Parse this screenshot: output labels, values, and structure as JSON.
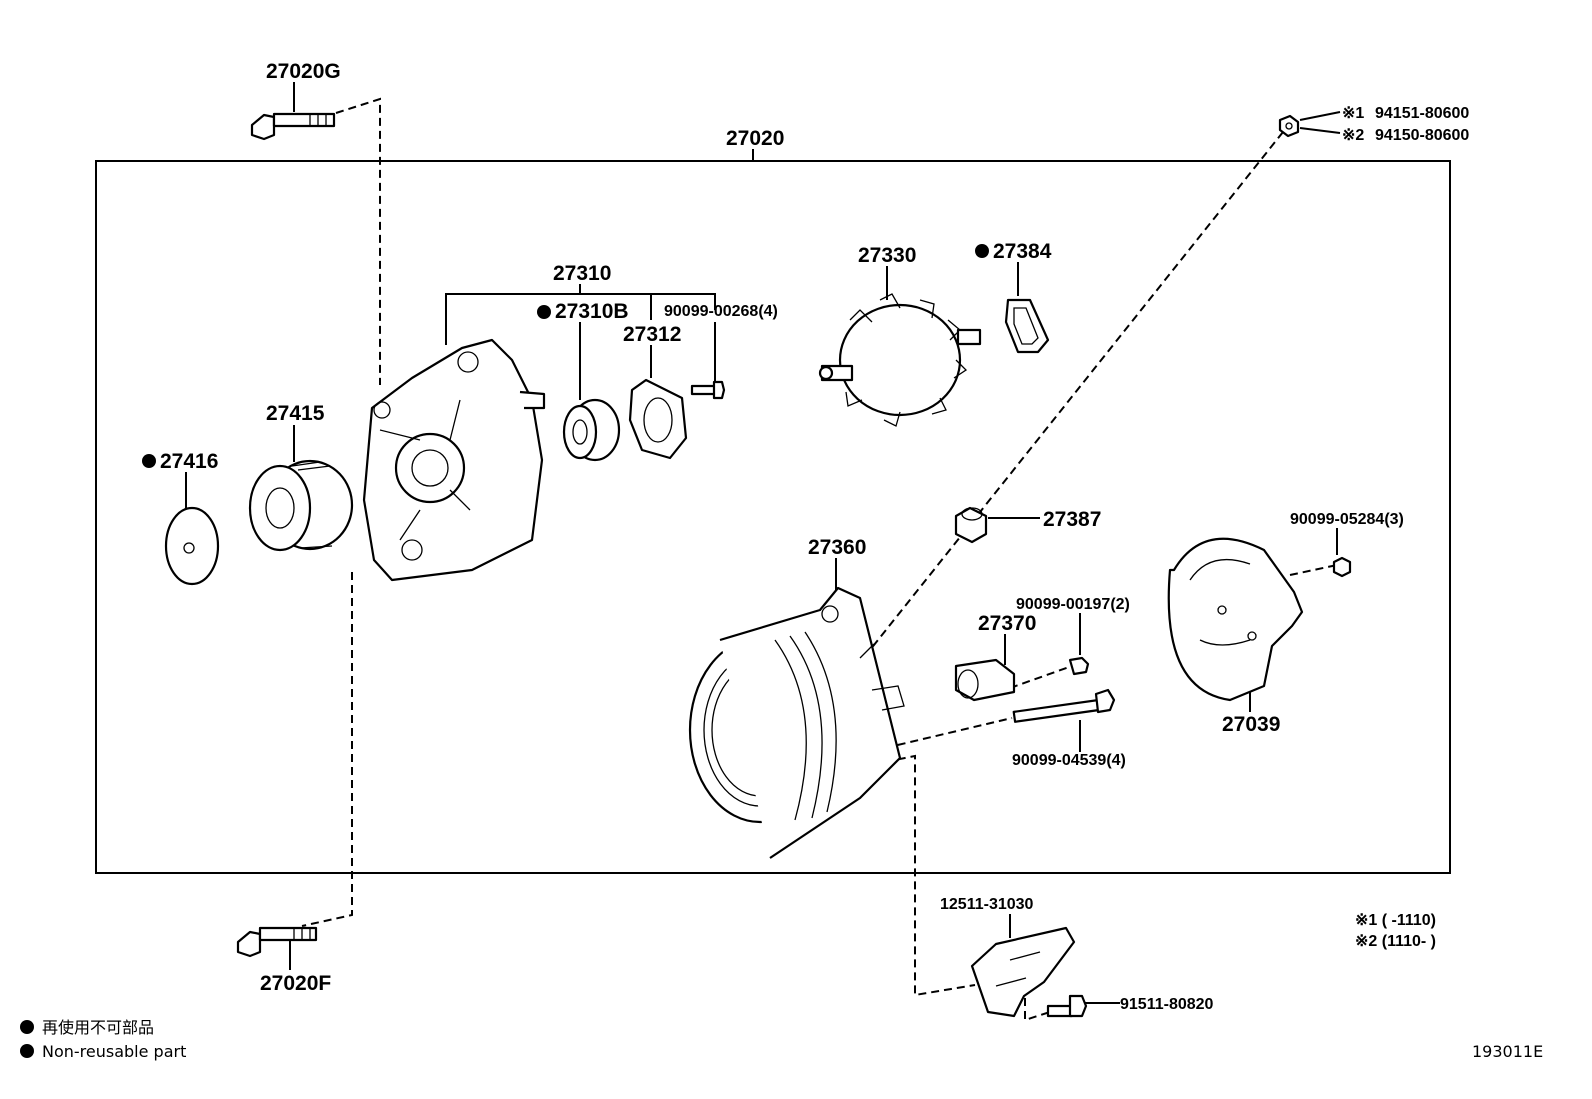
{
  "labels": {
    "p27020G": "27020G",
    "p27020": "27020",
    "p27020F": "27020F",
    "p27310": "27310",
    "p27310B": "27310B",
    "p27312": "27312",
    "p90099_00268": "90099-00268(4)",
    "p27330": "27330",
    "p27384": "27384",
    "p27415": "27415",
    "p27416": "27416",
    "p27387": "27387",
    "p27360": "27360",
    "p90099_05284": "90099-05284(3)",
    "p90099_00197": "90099-00197(2)",
    "p27370": "27370",
    "p27039": "27039",
    "p90099_04539": "90099-04539(4)",
    "p12511_31030": "12511-31030",
    "p91511_80820": "91511-80820",
    "ref1_prefix": "※1",
    "ref1_part": "94151-80600",
    "ref2_prefix": "※2",
    "ref2_part": "94150-80600",
    "note1": "※1 (      -1110)",
    "note2": "※2 (1110-      )",
    "diagram_code": "193011E"
  },
  "legend": {
    "line1": "再使用不可部品",
    "line2": "Non-reusable part"
  }
}
